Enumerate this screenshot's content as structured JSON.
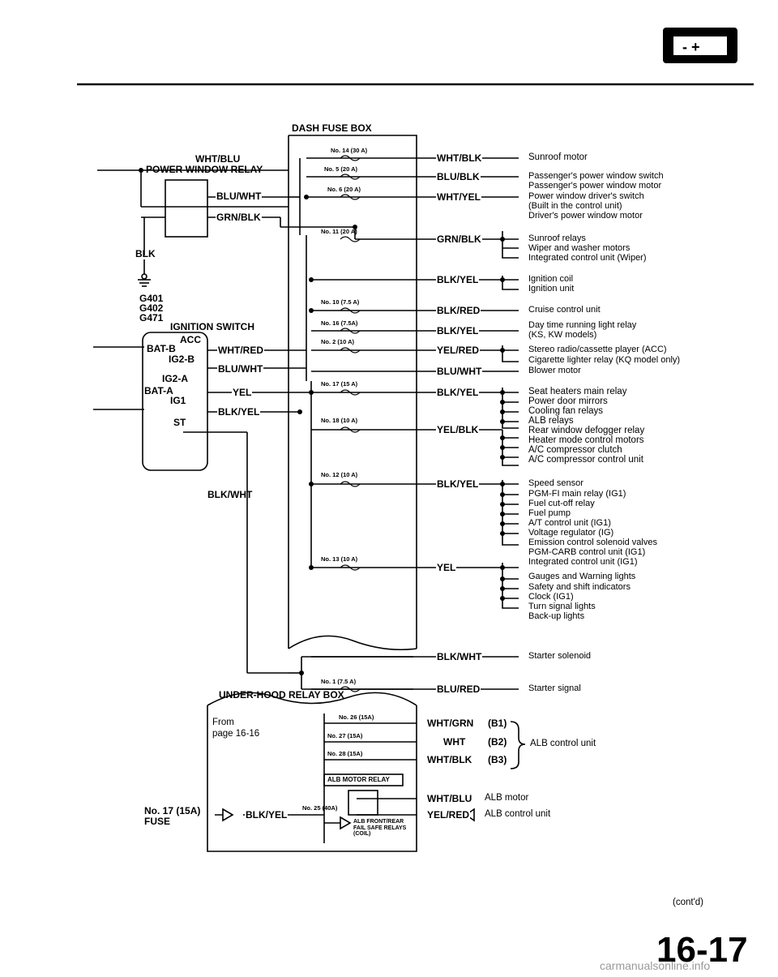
{
  "battery_icon": {
    "name": "battery-icon",
    "symbols": "- +"
  },
  "headers": {
    "dash_fuse_box": "DASH FUSE BOX",
    "underhood_relay_box": "UNDER-HOOD RELAY BOX",
    "ignition_switch": "IGNITION SWITCH",
    "power_window_relay": "POWER WINDOW RELAY"
  },
  "left_wires": {
    "wht_blu": "WHT/BLU",
    "blu_wht": "BLU/WHT",
    "grn_blk": "GRN/BLK",
    "blk": "BLK",
    "grounds": [
      "G401",
      "G402",
      "G471"
    ],
    "wht_red": "WHT/RED",
    "blu_wht2": "BLU/WHT",
    "yel": "YEL",
    "blk_yel": "BLK/YEL",
    "blk_wht": "BLK/WHT"
  },
  "ignition_positions": {
    "acc": "ACC",
    "bat_b": "BAT-B",
    "ig2_b": "IG2-B",
    "ig2_a": "IG2-A",
    "bat_a": "BAT-A",
    "ig1": "IG1",
    "st": "ST"
  },
  "fuses": {
    "f14": "No. 14 (30 A)",
    "f5": "No. 5 (20 A)",
    "f6": "No. 6 (20 A)",
    "f11": "No. 11 (20 A)",
    "f10": "No. 10 (7.5 A)",
    "f16": "No. 16 (7.5A)",
    "f2": "No. 2 (10 A)",
    "f17": "No. 17 (15 A)",
    "f18": "No. 18 (10 A)",
    "f12": "No. 12 (10 A)",
    "f13": "No. 13 (10 A)",
    "f1": "No. 1 (7.5 A)"
  },
  "right_wires": {
    "w1": "WHT/BLK",
    "w2": "BLU/BLK",
    "w3": "WHT/YEL",
    "w4": "GRN/BLK",
    "w5": "BLK/YEL",
    "w6": "BLK/RED",
    "w7": "BLK/YEL",
    "w8": "YEL/RED",
    "w9": "BLU/WHT",
    "w10": "BLK/YEL",
    "w11": "YEL/BLK",
    "w12": "BLK/YEL",
    "w13": "YEL",
    "w14": "BLK/WHT",
    "w15": "BLU/RED"
  },
  "components": {
    "c_sunroof_motor": "Sunroof motor",
    "c_pass_switch": "Passenger's power window switch",
    "c_pass_motor": "Passenger's power window motor",
    "c_drv_switch": "Power window driver's switch",
    "c_drv_switch2": "(Built in the control unit)",
    "c_drv_motor": "Driver's power window motor",
    "c_sunroof_relays": "Sunroof relays",
    "c_wiper": "Wiper and washer motors",
    "c_icu_wiper": "Integrated control unit (Wiper)",
    "c_ign_coil": "Ignition coil",
    "c_ign_unit": "Ignition unit",
    "c_cruise": "Cruise control unit",
    "c_drl": "Day time running light relay",
    "c_drl2": "(KS, KW models)",
    "c_stereo": "Stereo radio/cassette player (ACC)",
    "c_cig": "Cigarette lighter relay (KQ model only)",
    "c_blower": "Blower motor",
    "c_seat": "Seat heaters main relay",
    "c_door_mirror": "Power door mirrors",
    "c_cooling": "Cooling fan relays",
    "c_alb_relays": "ALB relays",
    "c_defog": "Rear window defogger relay",
    "c_heater": "Heater mode control motors",
    "c_ac_clutch": "A/C compressor clutch",
    "c_ac_unit": "A/C compressor control unit",
    "c_speed": "Speed sensor",
    "c_pgm_main": "PGM-FI main relay (IG1)",
    "c_fuel_cut": "Fuel cut-off relay",
    "c_fuel_pump": "Fuel pump",
    "c_at": "A/T control unit (IG1)",
    "c_volt": "Voltage regulator (IG)",
    "c_emission": "Emission control solenoid valves",
    "c_pgm_carb": "PGM-CARB control unit (IG1)",
    "c_icu": "Integrated control unit (IG1)",
    "c_gauges": "Gauges and Warning lights",
    "c_safety": "Safety and shift indicators",
    "c_clock": "Clock (IG1)",
    "c_turn": "Turn signal lights",
    "c_backup": "Back-up lights",
    "c_starter": "Starter solenoid",
    "c_starter_sig": "Starter signal"
  },
  "underhood": {
    "from_page": "From\npage 16-16",
    "f26": "No. 26 (15A)",
    "f27": "No. 27 (15A)",
    "f28": "No. 28 (15A)",
    "alb_motor_relay": "ALB MOTOR RELAY",
    "f25": "No. 25 (40A)",
    "alb_fail": "ALB FRONT/REAR\nFAIL SAFE RELAYS\n(COIL)",
    "wire_wht_grn": "WHT/GRN",
    "b1": "(B1)",
    "wire_wht": "WHT",
    "b2": "(B2)",
    "wire_wht_blk": "WHT/BLK",
    "b3": "(B3)",
    "alb_control_unit": "ALB control unit",
    "wire_wht_blu": "WHT/BLU",
    "alb_motor": "ALB motor",
    "wire_yel_red": "YEL/RED",
    "alb_control_unit2": "ALB control unit",
    "fuse17_label": "No. 17 (15A)\nFUSE",
    "wire_blk_yel": "BLK/YEL"
  },
  "footer": {
    "cont": "(cont'd)",
    "page": "16-17",
    "watermark": "carmanualsonline.info"
  }
}
